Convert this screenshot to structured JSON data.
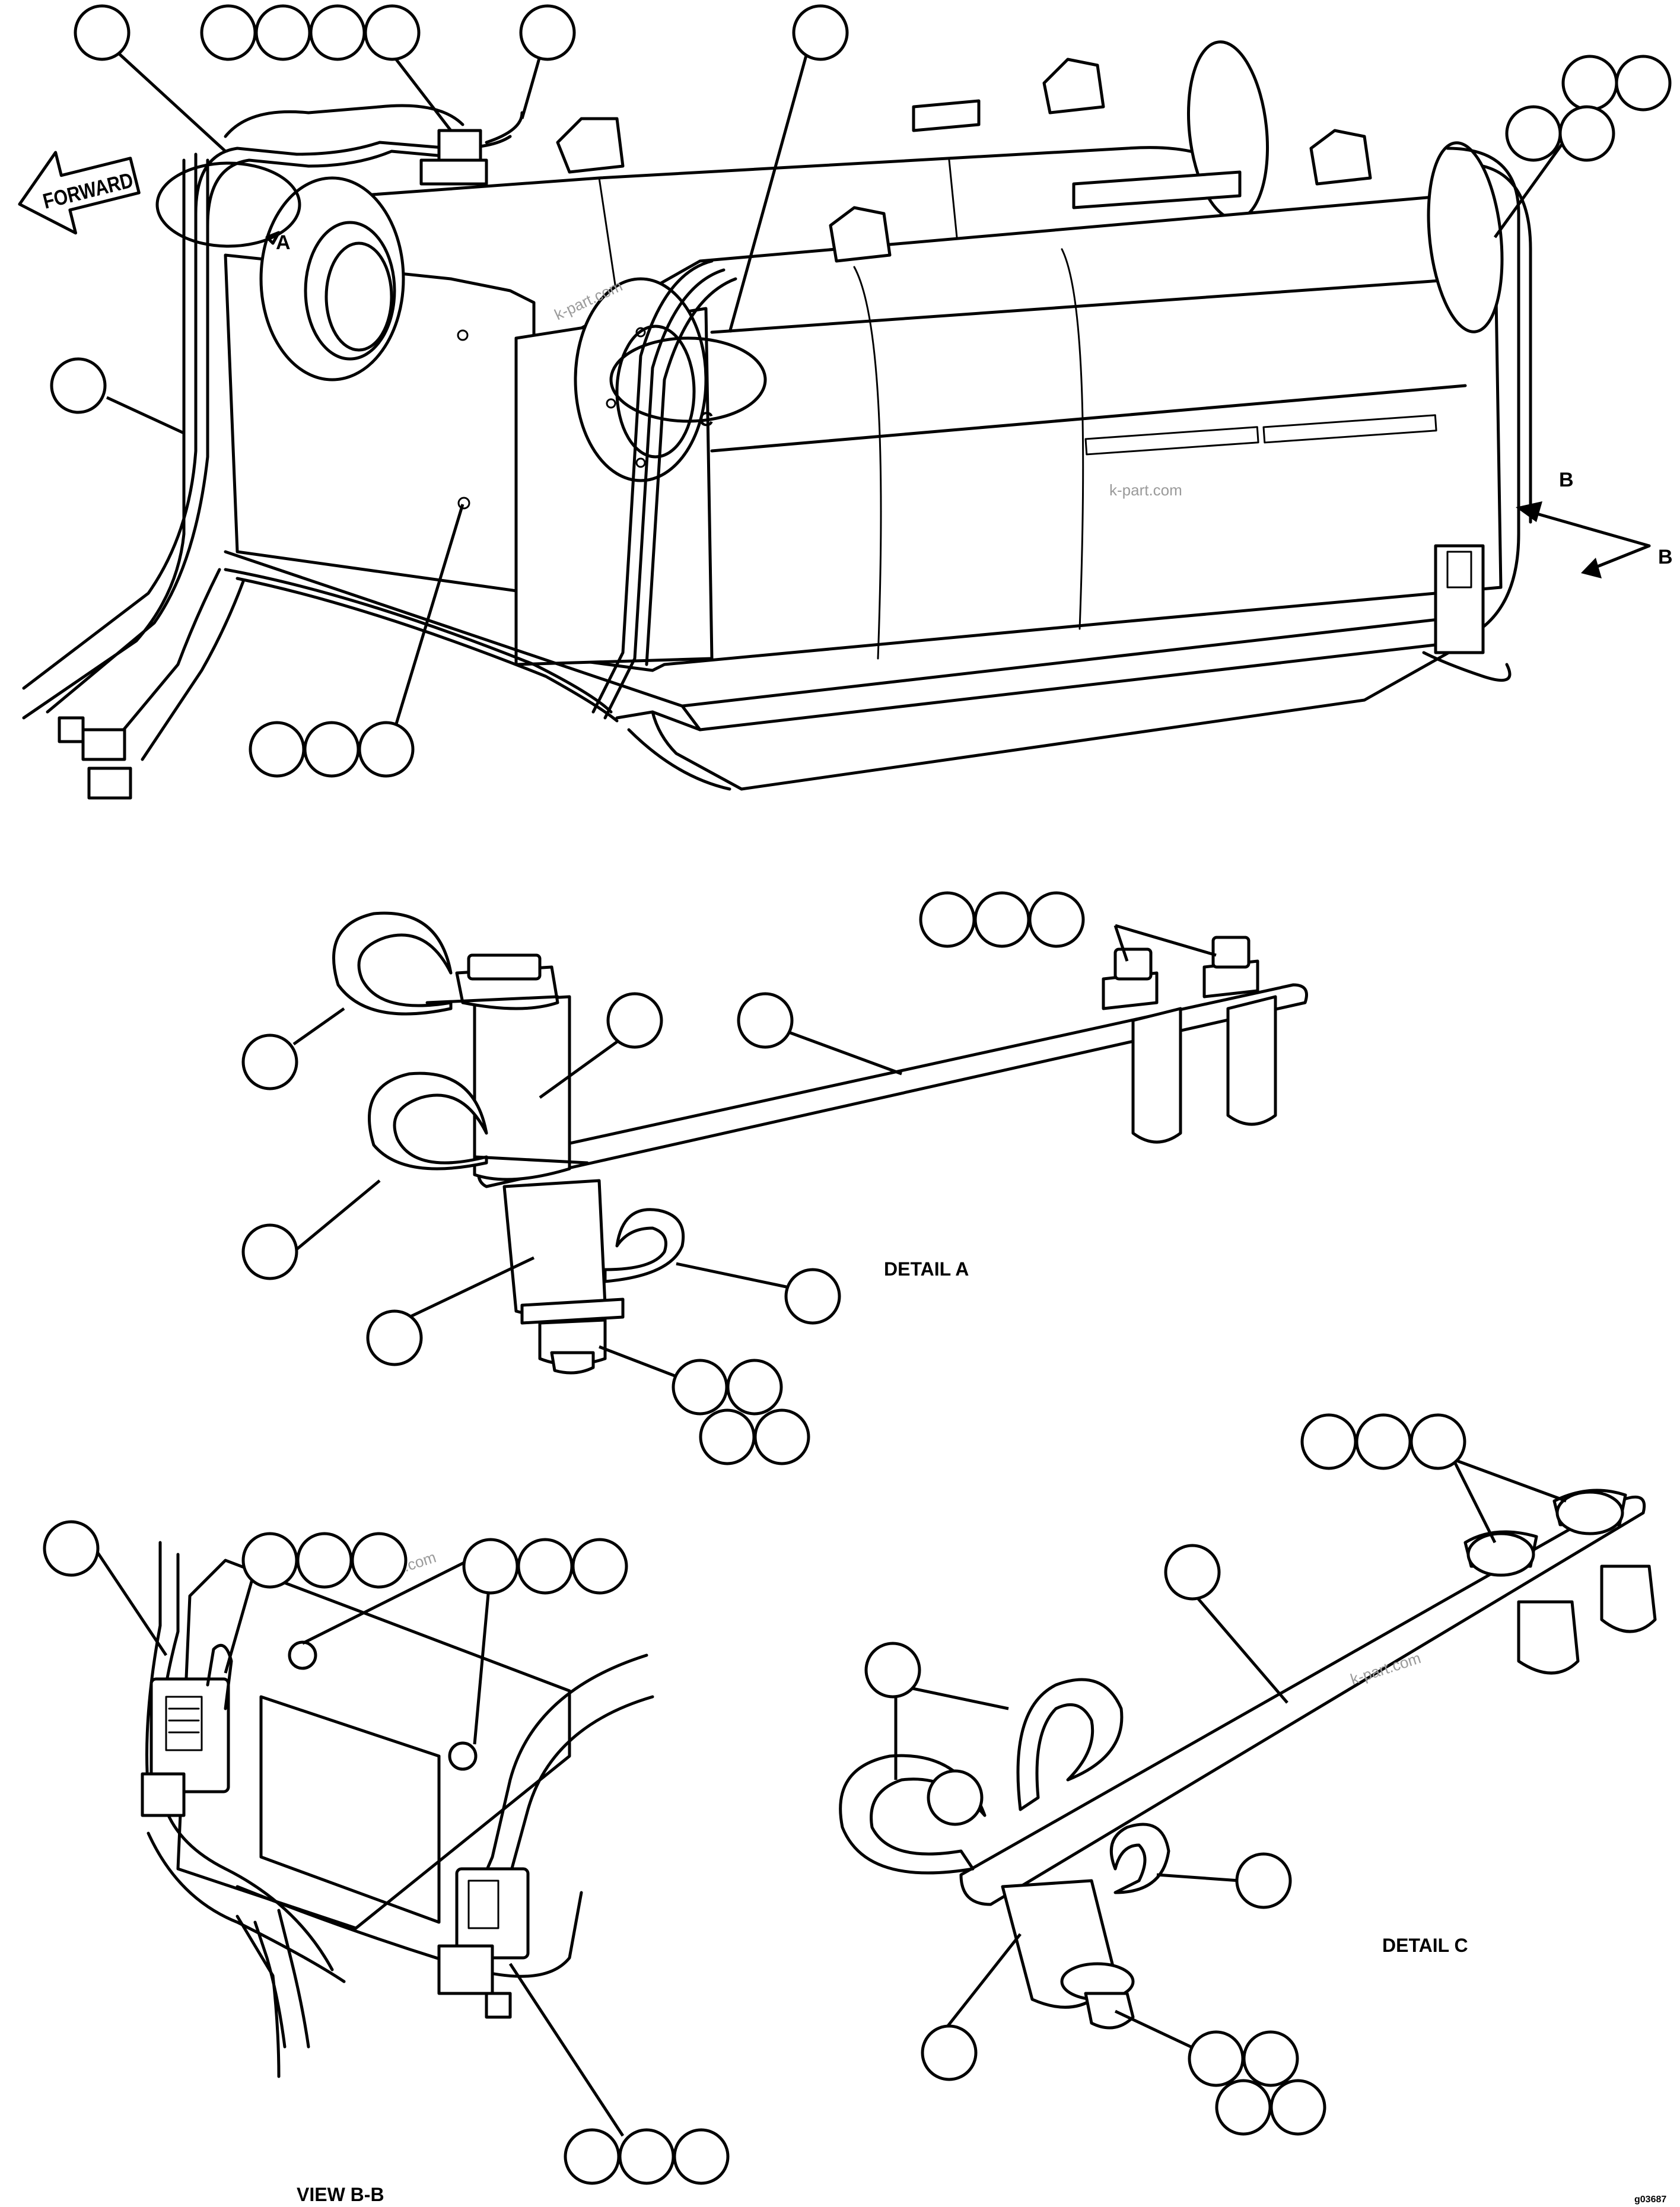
{
  "labels": {
    "forward": "FORWARD",
    "view_marker_b1": "B",
    "view_marker_b2": "B",
    "detail_a_marker": "A",
    "detail_c_marker": "C",
    "detail_a_title": "DETAIL A",
    "detail_c_title": "DETAIL C",
    "view_bb_title": "VIEW B-B",
    "drawing_id": "g03687",
    "watermark": "k-part.com"
  },
  "callout_bubbles": "blank (no item numbers shown)",
  "colors": {
    "line": "#000000",
    "background": "#ffffff",
    "watermark": "#9a9a9a"
  }
}
